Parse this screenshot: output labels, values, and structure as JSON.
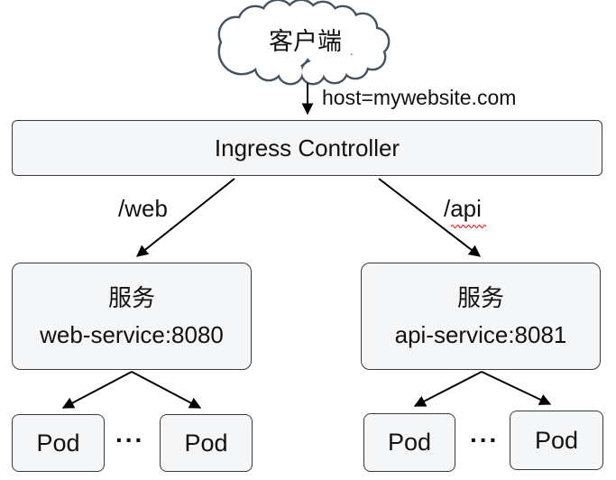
{
  "diagram": {
    "client_label": "客户端",
    "host_label": "host=mywebsite.com",
    "ingress_label": "Ingress Controller",
    "route_web_label": "/web",
    "route_api_label": "/api",
    "services": [
      {
        "title": "服务",
        "endpoint": "web-service:8080"
      },
      {
        "title": "服务",
        "endpoint": "api-service:8081"
      }
    ],
    "pod_label": "Pod",
    "ellipsis": "...",
    "colors": {
      "node_fill": "#f5f6f7",
      "node_border": "#3a3a3a",
      "cloud_outline": "#46525e",
      "arrow": "#000000",
      "spellcheck_underline": "#ff0000"
    }
  }
}
